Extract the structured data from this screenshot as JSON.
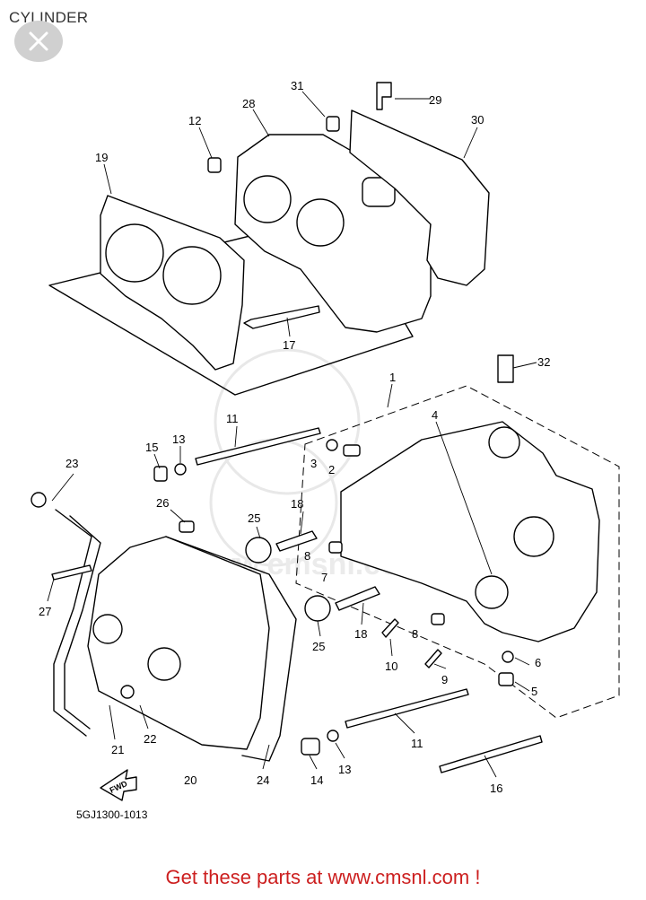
{
  "header": {
    "title": "CYLINDER"
  },
  "close": {
    "icon": "close-icon"
  },
  "diagram": {
    "labels": [
      {
        "id": "l31",
        "text": "31"
      },
      {
        "id": "l29",
        "text": "29"
      },
      {
        "id": "l28",
        "text": "28"
      },
      {
        "id": "l12",
        "text": "12"
      },
      {
        "id": "l30",
        "text": "30"
      },
      {
        "id": "l19",
        "text": "19"
      },
      {
        "id": "l17",
        "text": "17"
      },
      {
        "id": "l32",
        "text": "32"
      },
      {
        "id": "l1",
        "text": "1"
      },
      {
        "id": "l4",
        "text": "4"
      },
      {
        "id": "l11a",
        "text": "11"
      },
      {
        "id": "l15",
        "text": "15"
      },
      {
        "id": "l13a",
        "text": "13"
      },
      {
        "id": "l3",
        "text": "3"
      },
      {
        "id": "l2",
        "text": "2"
      },
      {
        "id": "l23",
        "text": "23"
      },
      {
        "id": "l26",
        "text": "26"
      },
      {
        "id": "l18a",
        "text": "18"
      },
      {
        "id": "l25a",
        "text": "25"
      },
      {
        "id": "l8a",
        "text": "8"
      },
      {
        "id": "l7",
        "text": "7"
      },
      {
        "id": "l27",
        "text": "27"
      },
      {
        "id": "l25b",
        "text": "25"
      },
      {
        "id": "l18b",
        "text": "18"
      },
      {
        "id": "l8b",
        "text": "8"
      },
      {
        "id": "l10",
        "text": "10"
      },
      {
        "id": "l9",
        "text": "9"
      },
      {
        "id": "l6",
        "text": "6"
      },
      {
        "id": "l5",
        "text": "5"
      },
      {
        "id": "l11b",
        "text": "11"
      },
      {
        "id": "l21",
        "text": "21"
      },
      {
        "id": "l22",
        "text": "22"
      },
      {
        "id": "l13b",
        "text": "13"
      },
      {
        "id": "l14",
        "text": "14"
      },
      {
        "id": "l16",
        "text": "16"
      },
      {
        "id": "l20",
        "text": "20"
      },
      {
        "id": "l24",
        "text": "24"
      }
    ],
    "fwd_label": "FWD",
    "code": "5GJ1300-1013",
    "watermark": "www.cmsnl.com"
  },
  "footer": {
    "cta": "Get these parts at www.cmsnl.com !",
    "color": "#cc1f1f"
  }
}
